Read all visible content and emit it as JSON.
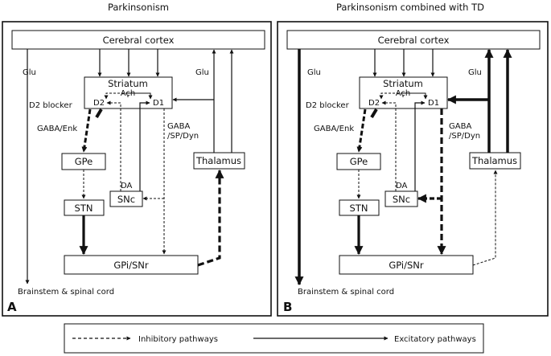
{
  "panels": [
    {
      "title": "Parkinsonism",
      "letter": "A",
      "cortex": "Cerebral cortex",
      "striatum": "Striatum",
      "ach": "Ach",
      "d2": "D2",
      "d1": "D1",
      "d2_blocker": "D2 blocker",
      "glu_left": "Glu",
      "glu_right": "Glu",
      "gaba_enk": "GABA/Enk",
      "gaba_sp_line1": "GABA",
      "gaba_sp_line2": "/SP/Dyn",
      "da": "DA",
      "gpe": "GPe",
      "snc": "SNc",
      "thalamus": "Thalamus",
      "stn": "STN",
      "gpi": "GPi/SNr",
      "brainstem": "Brainstem & spinal cord"
    },
    {
      "title": "Parkinsonism combined with TD",
      "letter": "B",
      "cortex": "Cerebral cortex",
      "striatum": "Striatum",
      "ach": "Ach",
      "d2": "D2",
      "d1": "D1",
      "d2_blocker": "D2 blocker",
      "glu_left": "Glu",
      "glu_right": "Glu",
      "gaba_enk": "GABA/Enk",
      "gaba_sp_line1": "GABA",
      "gaba_sp_line2": "/SP/Dyn",
      "da": "DA",
      "gpe": "GPe",
      "snc": "SNc",
      "thalamus": "Thalamus",
      "stn": "STN",
      "gpi": "GPi/SNr",
      "brainstem": "Brainstem & spinal cord"
    }
  ],
  "legend": {
    "inhibitory": "Inhibitory pathways",
    "excitatory": "Excitatory pathways"
  }
}
